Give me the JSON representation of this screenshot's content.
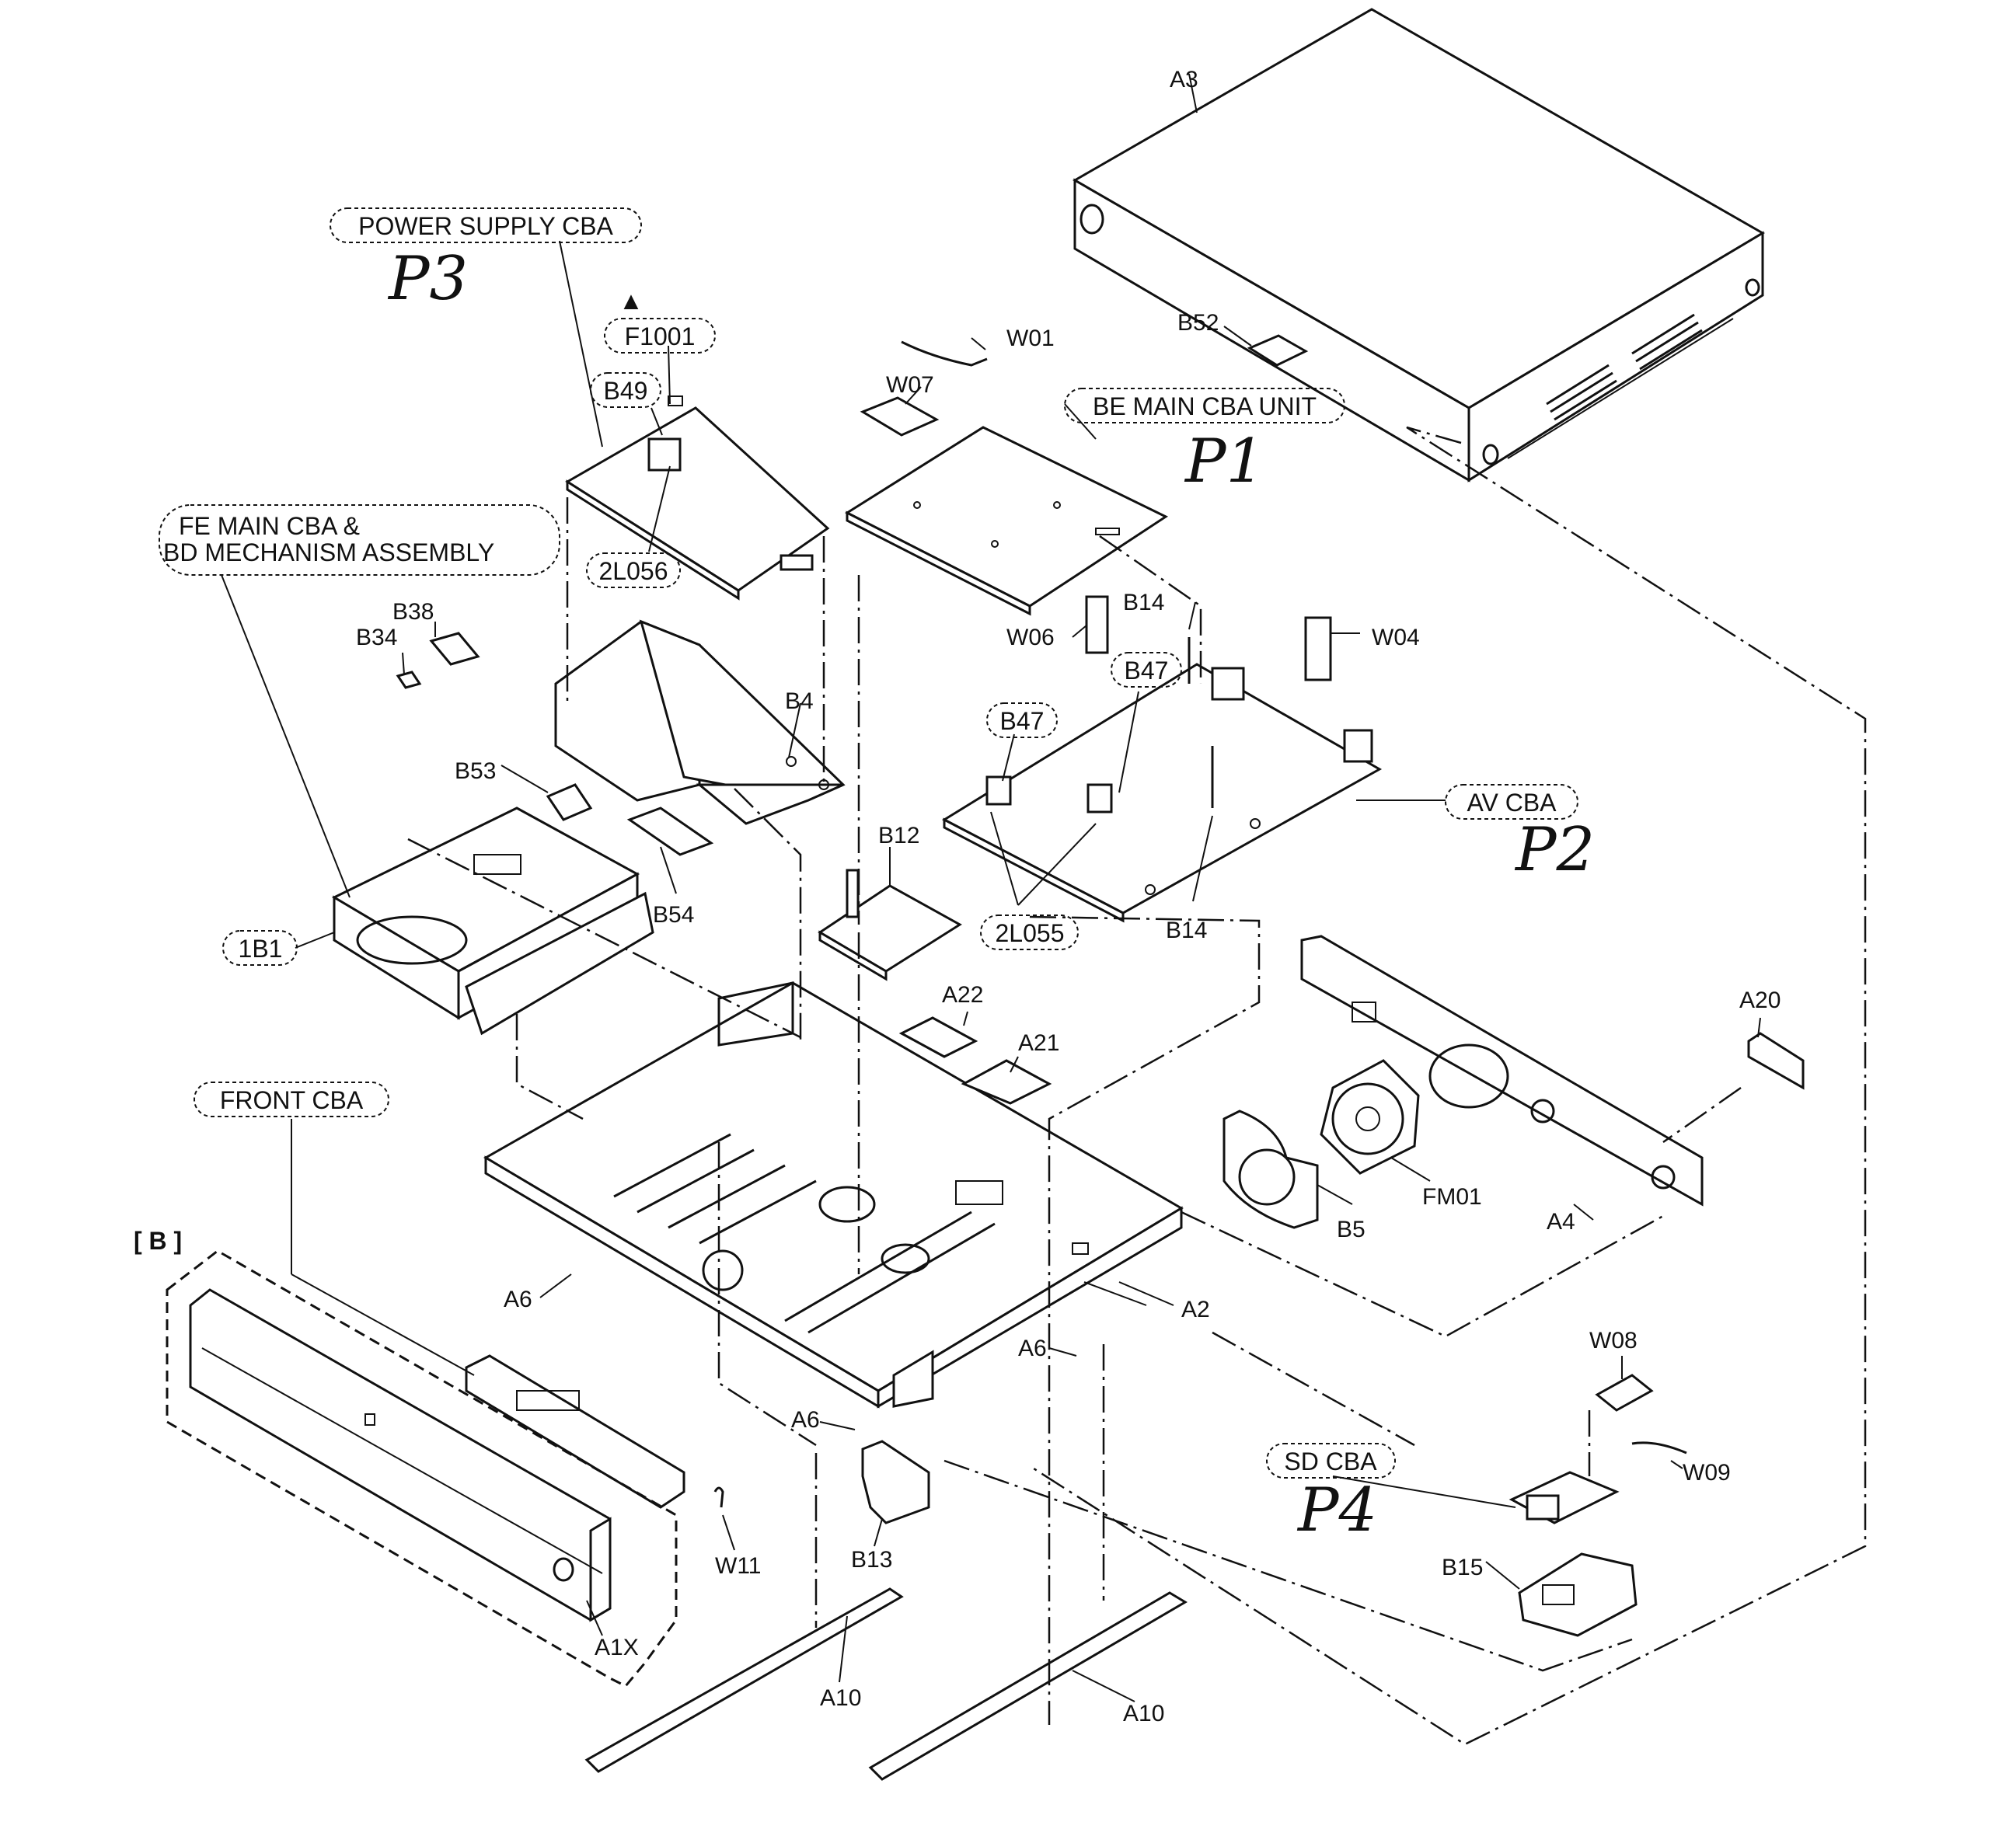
{
  "parts": {
    "a3": "A3",
    "b52": "B52",
    "w01": "W01",
    "w07": "W07",
    "b14_top": "B14",
    "w06": "W06",
    "w04": "W04",
    "b47_right": "B47",
    "b47_left": "B47",
    "b12": "B12",
    "b14_bottom": "B14",
    "b38": "B38",
    "b34": "B34",
    "b4": "B4",
    "b53": "B53",
    "b54": "B54",
    "a22": "A22",
    "a21": "A21",
    "a20": "A20",
    "fm01": "FM01",
    "b5": "B5",
    "a4": "A4",
    "a2": "A2",
    "a6_left": "A6",
    "a6_right": "A6",
    "a6_bottom": "A6",
    "w08": "W08",
    "w09": "W09",
    "b13": "B13",
    "w11": "W11",
    "a1x": "A1X",
    "b15": "B15",
    "a10_left": "A10",
    "a10_right": "A10"
  },
  "cba_labels": {
    "power_supply": "POWER SUPPLY CBA",
    "f1001": "F1001",
    "b49": "B49",
    "l2l056": "2L056",
    "be_main": "BE MAIN CBA UNIT",
    "fe_main_1": "FE MAIN CBA &",
    "fe_main_2": "BD MECHANISM ASSEMBLY",
    "av_cba": "AV CBA",
    "l2l055": "2L055",
    "ib1": "1B1",
    "front_cba": "FRONT CBA",
    "sd_cba": "SD CBA"
  },
  "handwritten": {
    "p1": "P1",
    "p2": "P2",
    "p3": "P3",
    "p4": "P4"
  },
  "group_label": "[ B ]",
  "warning_symbol": "▲"
}
